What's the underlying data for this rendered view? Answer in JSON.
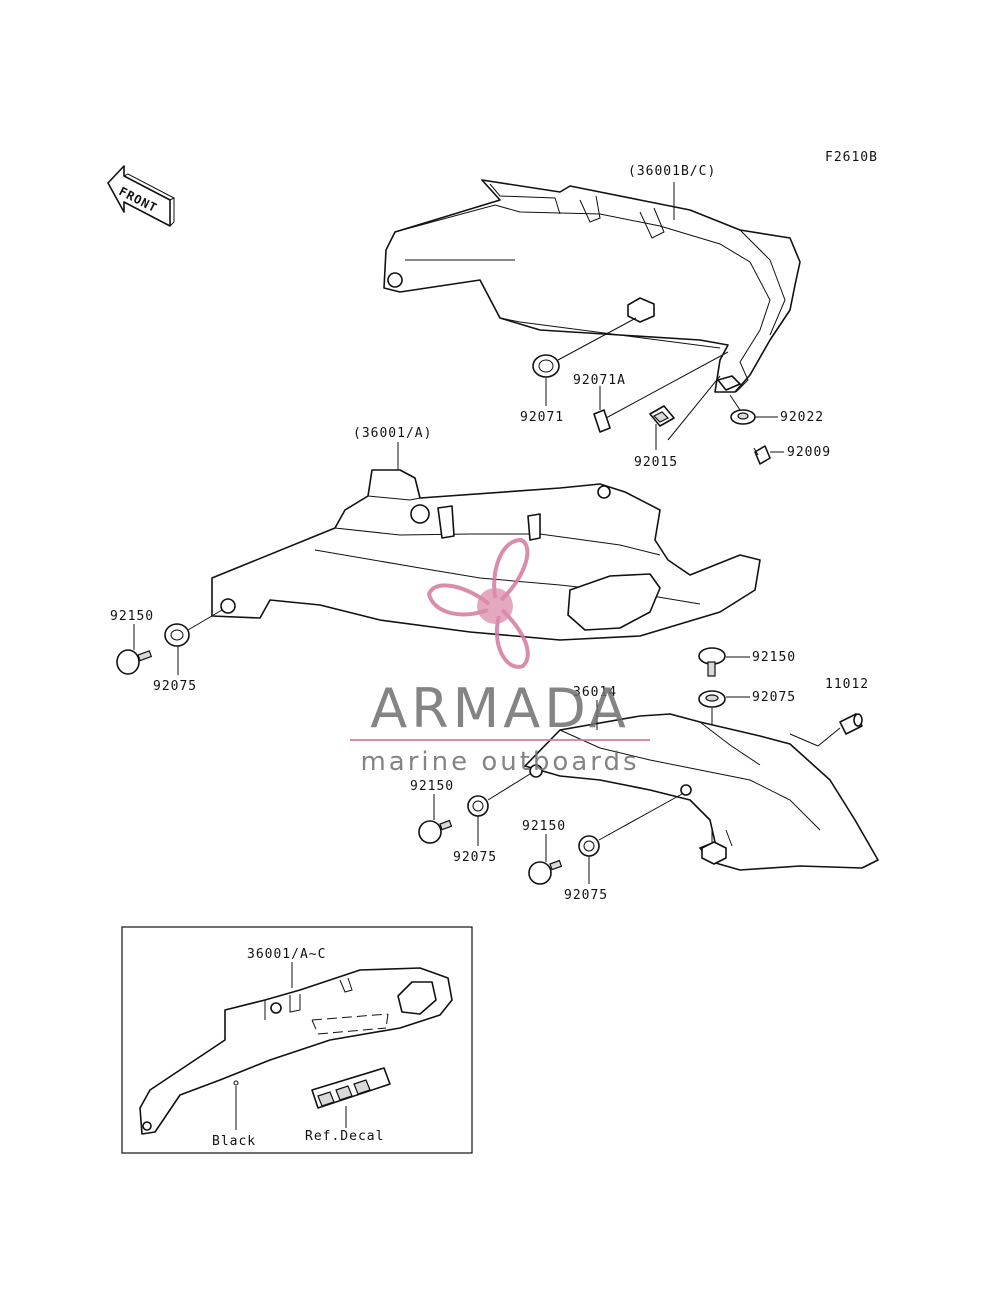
{
  "figure_code": "F2610B",
  "front_label": "FRONT",
  "watermark": {
    "brand": "ARMADA",
    "tagline": "marine outboards",
    "accent_color": "#d4789e",
    "icon": "propeller-icon"
  },
  "callouts": {
    "cover_upper": "(36001B/C)",
    "cover_middle": "(36001/A)",
    "grommet_a": "92071",
    "clip_a": "92071A",
    "nut_clip": "92015",
    "collar": "92022",
    "screw": "92009",
    "bolt_left": "92150",
    "damper_left": "92075",
    "bolt_right": "92150",
    "damper_right": "92075",
    "cap": "11012",
    "cover_lower": "36014",
    "bolt_lower_a": "92150",
    "damper_lower_a": "92075",
    "bolt_lower_b": "92150",
    "damper_lower_b": "92075"
  },
  "inset": {
    "part_label": "36001/A~C",
    "color_note": "Black",
    "decal_note": "Ref.Decal"
  }
}
